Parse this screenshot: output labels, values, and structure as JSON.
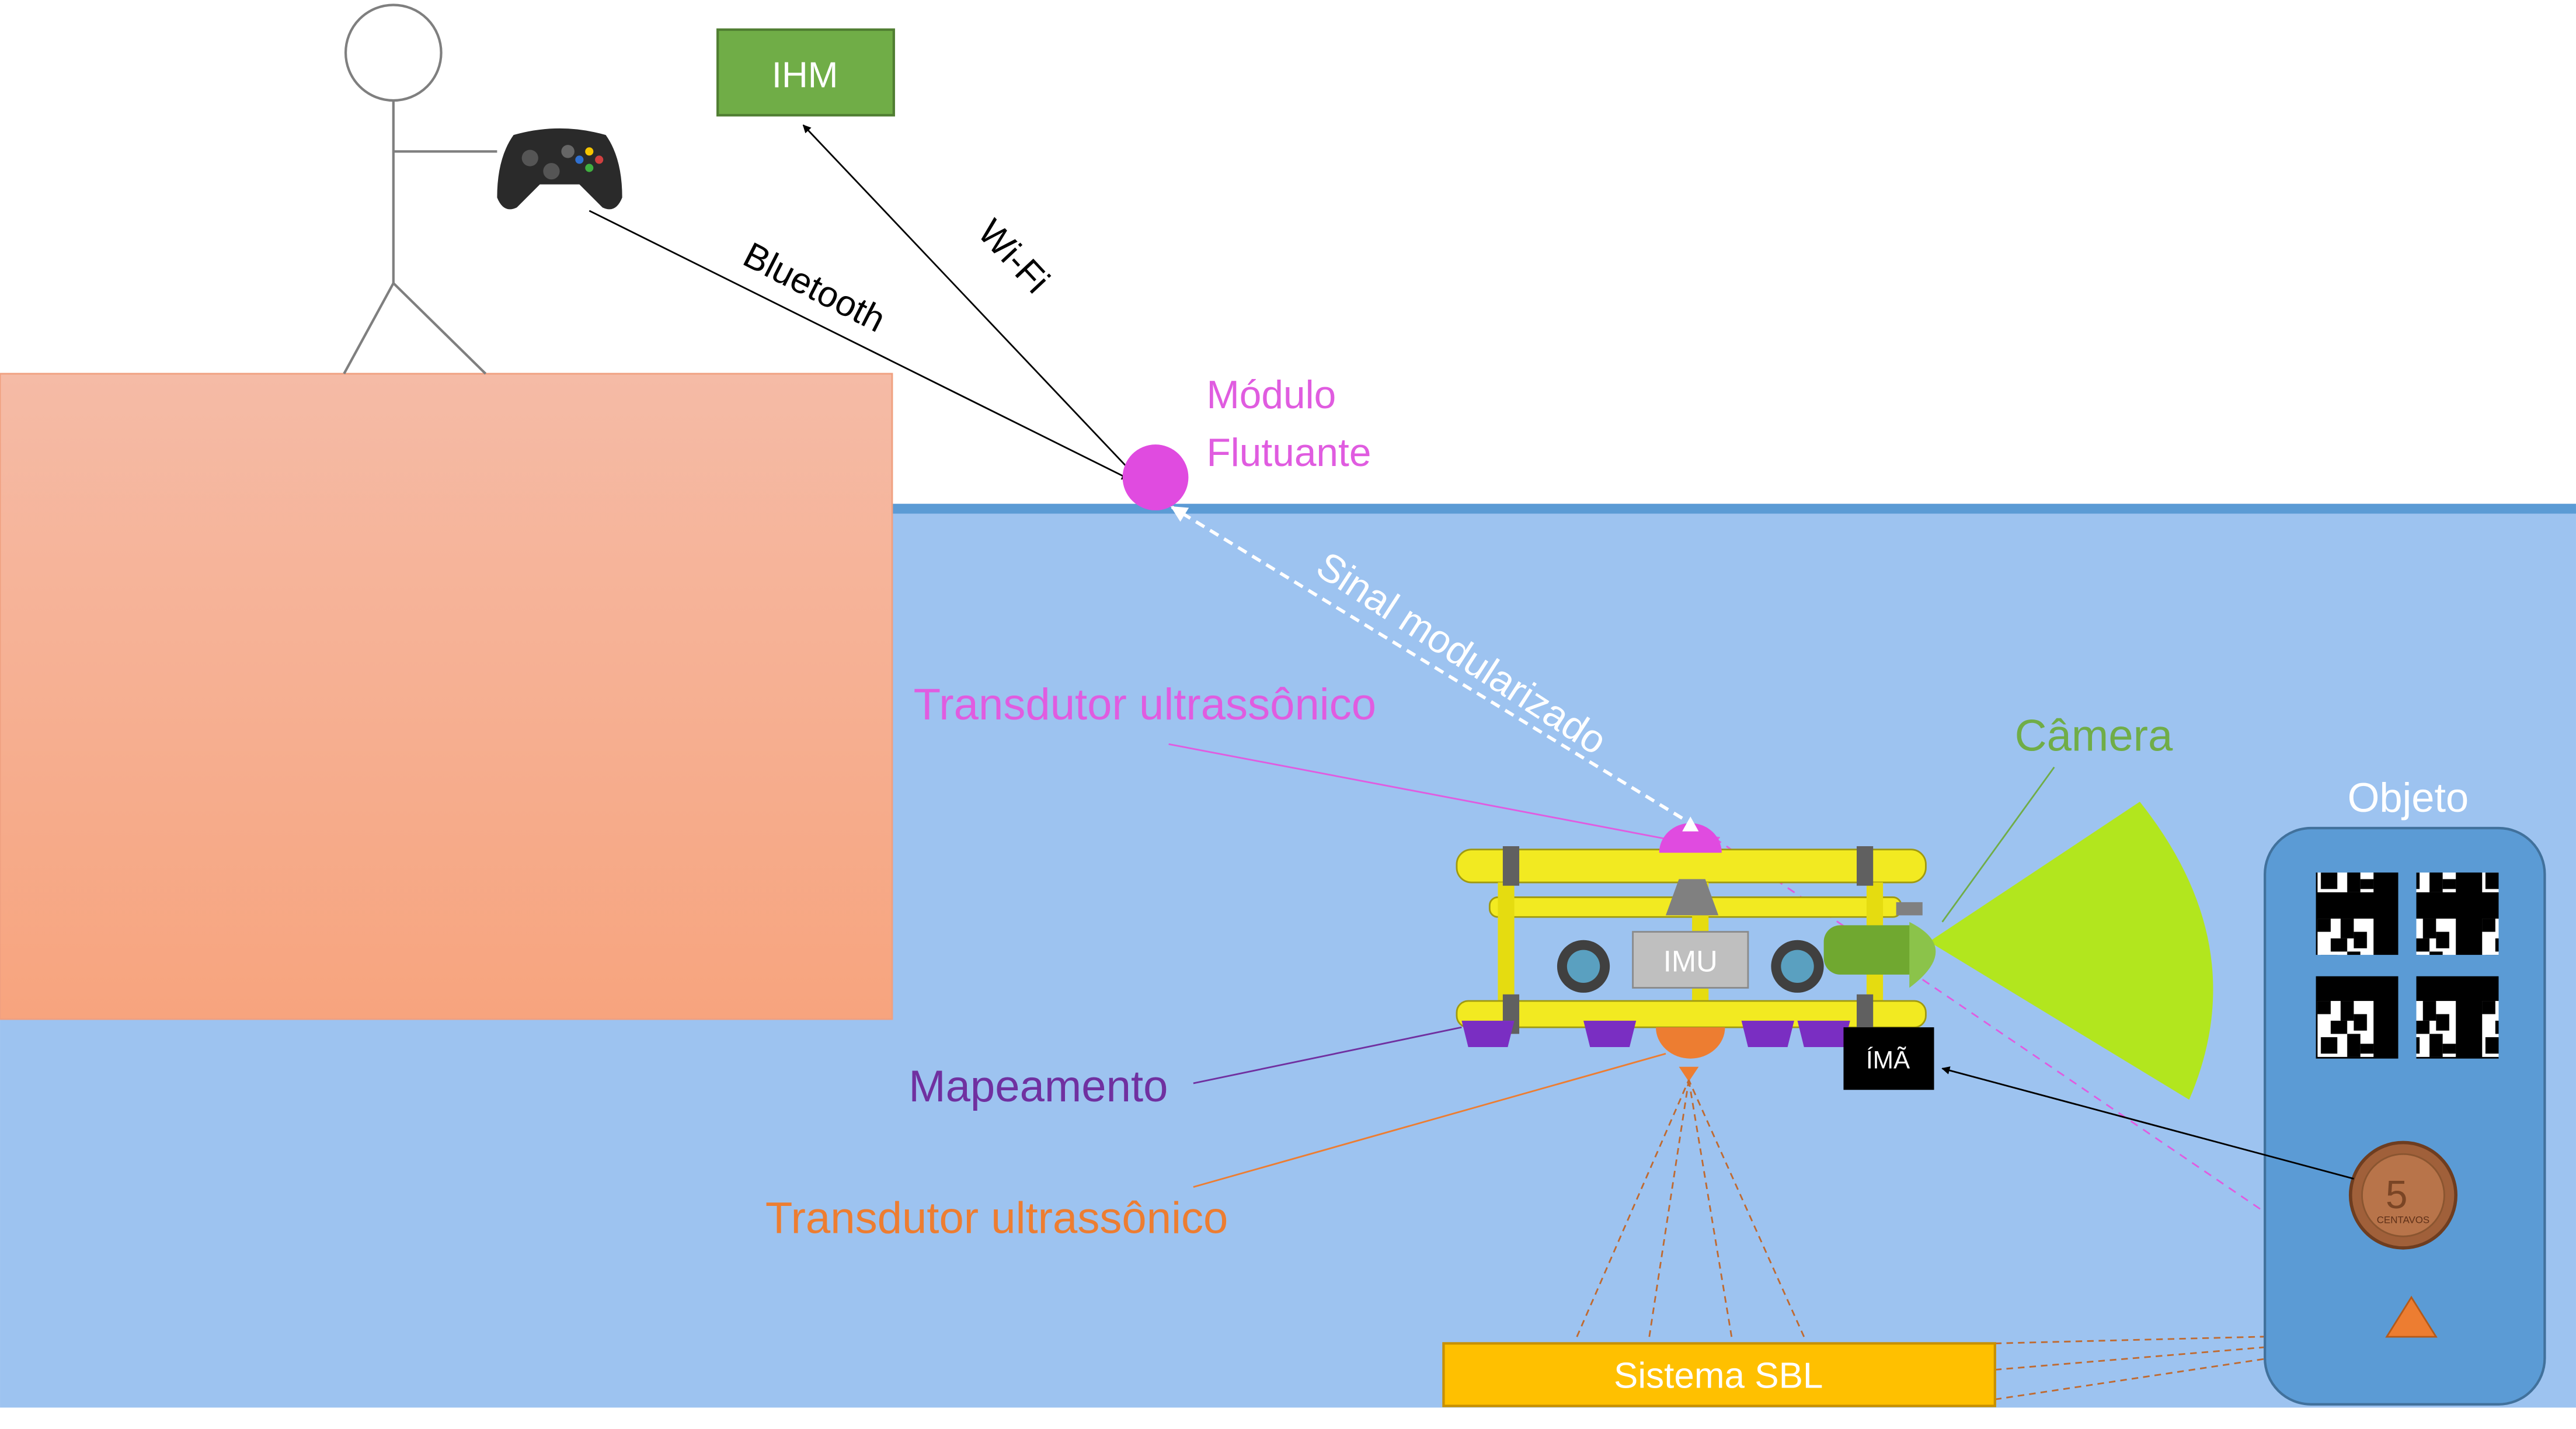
{
  "colors": {
    "water": "#9dc3f0",
    "water_line": "#5b9bd5",
    "wall_top": "#f5b8a3",
    "wall_bottom": "#f7a47e",
    "ihm_box": "#70ad47",
    "floating_module": "#e04be0",
    "magenta_text": "#e05ce0",
    "camera_text": "#70ad47",
    "camera_cone": "#b2e61e",
    "mapping_text": "#7030a0",
    "mapping_pad": "#7a2ec2",
    "orange": "#ed7d31",
    "sbl_box": "#ffc000",
    "object_box": "#5b9bd5",
    "frame_yellow": "#f2ea21",
    "imu_box": "#bfbfbf"
  },
  "labels": {
    "ihm": "IHM",
    "bluetooth": "Bluetooth",
    "wifi": "Wi-Fi",
    "floating_module_line1": "Módulo",
    "floating_module_line2": "Flutuante",
    "modulated_signal": "Sinal modularizado",
    "transducer_top": "Transdutor ultrassônico",
    "camera": "Câmera",
    "object": "Objeto",
    "imu": "IMU",
    "magnet": "ÍMÃ",
    "mapping": "Mapeamento",
    "transducer_bottom": "Transdutor ultrassônico",
    "sbl_system": "Sistema SBL",
    "coin_text": "CENTAVOS",
    "coin_value": "5"
  },
  "icons": {
    "person": "stick-figure-person-icon",
    "controller": "gamepad-controller-icon",
    "rov": "rov-vehicle-icon",
    "markers": "aruco-marker-icon",
    "coin": "coin-icon",
    "target": "triangle-target-icon"
  }
}
